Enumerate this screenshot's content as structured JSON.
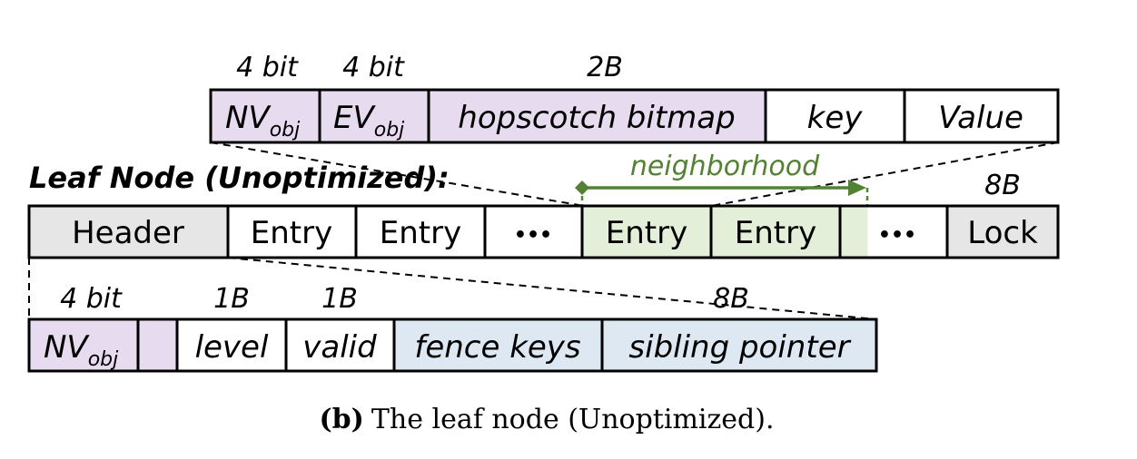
{
  "colors": {
    "purple": "#e7dbef",
    "gray": "#e6e6e6",
    "green_fill": "#e3efd9",
    "blue": "#dee8f2",
    "white": "#ffffff",
    "green_line": "#548235"
  },
  "top_row": {
    "sizes": {
      "nv": "4 bit",
      "ev": "4 bit",
      "bitmap": "2B"
    },
    "nv_main": "NV",
    "nv_sub": "obj",
    "ev_main": "EV",
    "ev_sub": "obj",
    "bitmap": "hopscotch bitmap",
    "key": "key",
    "value": "Value"
  },
  "middle_row": {
    "title": "Leaf Node (Unoptimized):",
    "neighborhood": "neighborhood",
    "lock_size": "8B",
    "header": "Header",
    "entry": "Entry",
    "ellipsis": "•••",
    "lock": "Lock"
  },
  "bottom_row": {
    "sizes": {
      "nv": "4 bit",
      "level": "1B",
      "valid": "1B",
      "pointer": "8B"
    },
    "nv_main": "NV",
    "nv_sub": "obj",
    "level": "level",
    "valid": "valid",
    "fence": "fence keys",
    "sibling": "sibling pointer"
  },
  "caption": {
    "label": "(b)",
    "text": "The leaf node (Unoptimized)."
  }
}
